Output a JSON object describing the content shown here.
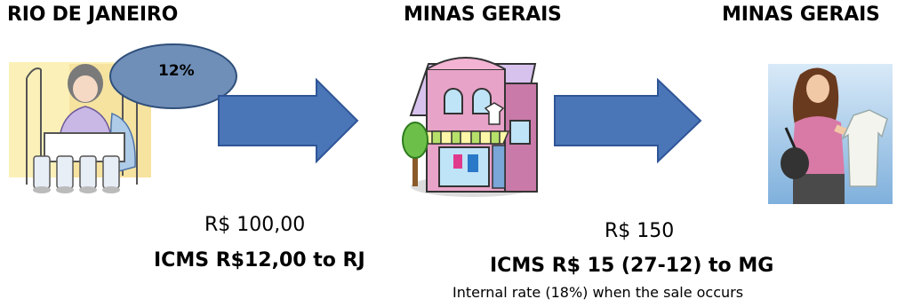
{
  "locations": [
    {
      "label": "RIO DE JANEIRO"
    },
    {
      "label": "MINAS GERAIS"
    },
    {
      "label": "MINAS GERAIS"
    }
  ],
  "bubble": {
    "label": "12%",
    "color": "#6f8fb8"
  },
  "arrow_color": "#4a76b8",
  "first_sale": {
    "price": "R$ 100,00",
    "icms": "ICMS R$12,00 to RJ"
  },
  "second_sale": {
    "price": "R$ 150",
    "icms": "ICMS R$ 15 (27-12) to MG",
    "note": "Internal rate (18%) when the sale occurs"
  },
  "illustrations": [
    "seamstress-icon",
    "clothing-store-icon",
    "shopper-icon"
  ]
}
